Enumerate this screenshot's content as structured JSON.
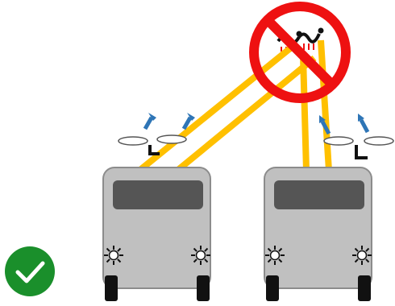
{
  "colors": {
    "background": "#ffffff",
    "bus_body": "#c0c0c0",
    "bus_outline": "#8c8c8c",
    "windshield": "#555555",
    "tire": "#111111",
    "pole": "#ffc000",
    "prohibition_ring": "#ee1111",
    "arrow": "#2e75b6",
    "check_badge": "#1a8f2b",
    "check_mark": "#ffffff"
  },
  "icons": {
    "prohibition": "prohibition-sign-icon",
    "check": "checkmark-icon",
    "arrow": "up-arrow-icon",
    "headlight": "sun-headlight-icon"
  },
  "scene": {
    "buses": 2,
    "poles_per_bus": 2,
    "crossed_out_pole_pairs": 1
  }
}
